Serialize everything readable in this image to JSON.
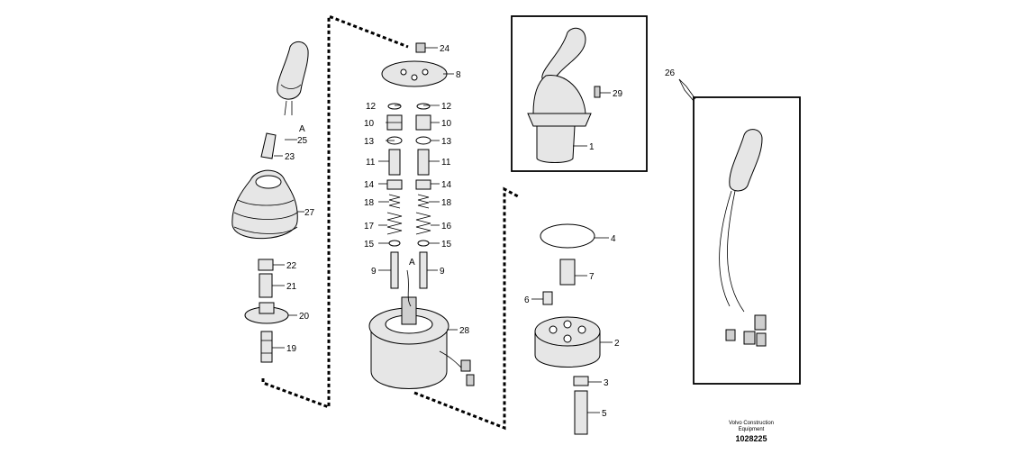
{
  "diagram": {
    "callouts": [
      {
        "id": "c1",
        "text": "1"
      },
      {
        "id": "c2",
        "text": "2"
      },
      {
        "id": "c3",
        "text": "3"
      },
      {
        "id": "c4",
        "text": "4"
      },
      {
        "id": "c5",
        "text": "5"
      },
      {
        "id": "c6",
        "text": "6"
      },
      {
        "id": "c7",
        "text": "7"
      },
      {
        "id": "c8",
        "text": "8"
      },
      {
        "id": "c9a",
        "text": "9"
      },
      {
        "id": "c9b",
        "text": "9"
      },
      {
        "id": "c10a",
        "text": "10"
      },
      {
        "id": "c10b",
        "text": "10"
      },
      {
        "id": "c11a",
        "text": "11"
      },
      {
        "id": "c11b",
        "text": "11"
      },
      {
        "id": "c12a",
        "text": "12"
      },
      {
        "id": "c12b",
        "text": "12"
      },
      {
        "id": "c13a",
        "text": "13"
      },
      {
        "id": "c13b",
        "text": "13"
      },
      {
        "id": "c14a",
        "text": "14"
      },
      {
        "id": "c14b",
        "text": "14"
      },
      {
        "id": "c15a",
        "text": "15"
      },
      {
        "id": "c15b",
        "text": "15"
      },
      {
        "id": "c16",
        "text": "16"
      },
      {
        "id": "c17",
        "text": "17"
      },
      {
        "id": "c18a",
        "text": "18"
      },
      {
        "id": "c18b",
        "text": "18"
      },
      {
        "id": "c19",
        "text": "19"
      },
      {
        "id": "c20",
        "text": "20"
      },
      {
        "id": "c21",
        "text": "21"
      },
      {
        "id": "c22",
        "text": "22"
      },
      {
        "id": "c23",
        "text": "23"
      },
      {
        "id": "c24",
        "text": "24"
      },
      {
        "id": "c25",
        "text": "25"
      },
      {
        "id": "c26",
        "text": "26"
      },
      {
        "id": "c27",
        "text": "27"
      },
      {
        "id": "c28",
        "text": "28"
      },
      {
        "id": "c29",
        "text": "29"
      },
      {
        "id": "cAa",
        "text": "A"
      },
      {
        "id": "cAb",
        "text": "A"
      }
    ],
    "footer": {
      "company_line1": "Volvo Construction",
      "company_line2": "Equipment",
      "drawing_number": "1028225"
    }
  }
}
